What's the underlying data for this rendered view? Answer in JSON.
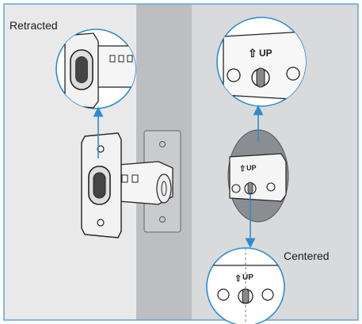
{
  "labels": {
    "retracted": "Retracted",
    "centered": "Centered",
    "up_marking": "UP"
  },
  "colors": {
    "wall": "#e9e9ea",
    "door_edge": "#bcbec1",
    "door_face": "#d9dadc",
    "recess": "#8a8d91",
    "arrow": "#2e8ccc",
    "border": "#5aa3d9",
    "line": "#222222"
  }
}
